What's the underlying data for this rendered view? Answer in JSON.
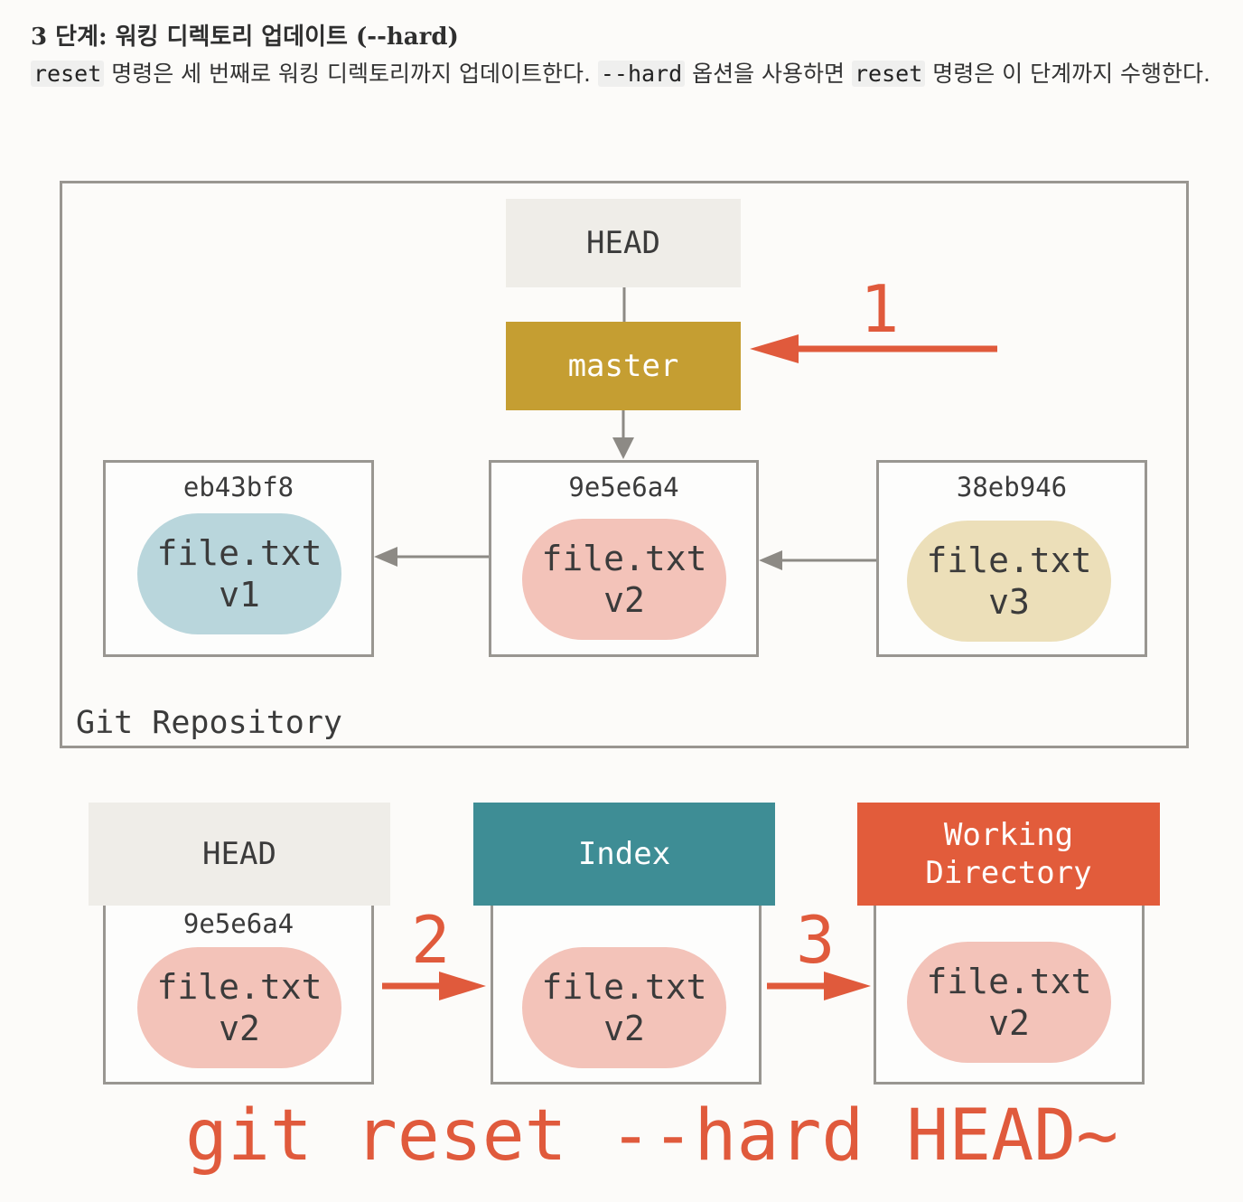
{
  "heading": "3 단계: 워킹 디렉토리 업데이트 (--hard)",
  "paragraph": {
    "code1": "reset",
    "text1": " 명령은 세 번째로 워킹 디렉토리까지 업데이트한다. ",
    "code2": "--hard",
    "text2": " 옵션을 사용하면 ",
    "code3": "reset",
    "text3": " 명령은 이 단계까지 수행한다."
  },
  "diagram": {
    "repo_label": "Git Repository",
    "head_label": "HEAD",
    "branch_label": "master",
    "commits": [
      {
        "hash": "eb43bf8",
        "file": "file.txt",
        "version": "v1",
        "color": "#b9d6dc"
      },
      {
        "hash": "9e5e6a4",
        "file": "file.txt",
        "version": "v2",
        "color": "#f3c3b9"
      },
      {
        "hash": "38eb946",
        "file": "file.txt",
        "version": "v3",
        "color": "#ecdfb9"
      }
    ],
    "step_labels": [
      "1",
      "2",
      "3"
    ],
    "trees": [
      {
        "label": "HEAD",
        "hash": "9e5e6a4",
        "file": "file.txt",
        "version": "v2",
        "color": "#efede8",
        "text_color": "#3b3b3b"
      },
      {
        "label": "Index",
        "file": "file.txt",
        "version": "v2",
        "color": "#3e8d95",
        "text_color": "#ffffff"
      },
      {
        "label_line1": "Working",
        "label_line2": "Directory",
        "file": "file.txt",
        "version": "v2",
        "color": "#e25c3b",
        "text_color": "#ffffff"
      }
    ],
    "command": "git reset --hard HEAD~",
    "colors": {
      "accent_red": "#e05a3c",
      "master": "#c59e32",
      "head_bg": "#efede8",
      "border": "#999691"
    }
  }
}
